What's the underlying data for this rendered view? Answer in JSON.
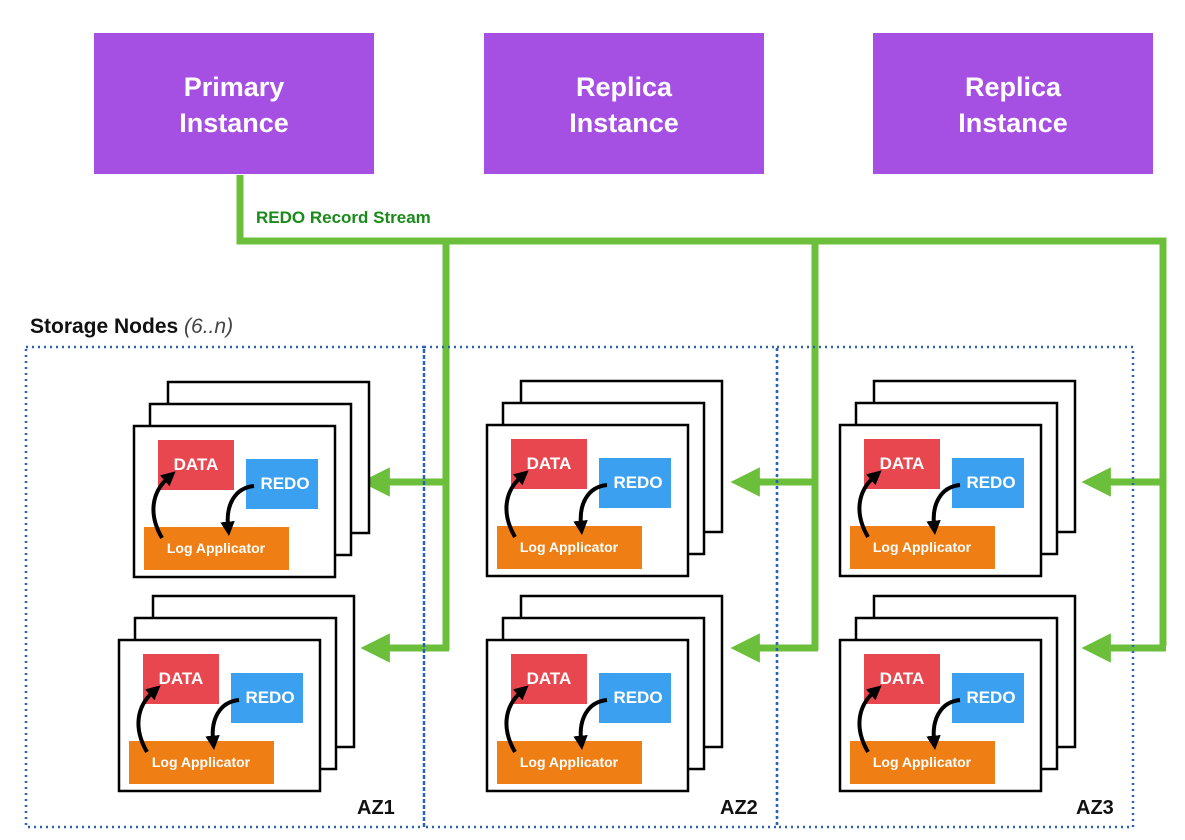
{
  "instances": [
    {
      "line1": "Primary",
      "line2": "Instance"
    },
    {
      "line1": "Replica",
      "line2": "Instance"
    },
    {
      "line1": "Replica",
      "line2": "Instance"
    }
  ],
  "stream_label": "REDO Record Stream",
  "storage": {
    "title": "Storage Nodes",
    "count": "(6..n)"
  },
  "zones": [
    {
      "label": "AZ1"
    },
    {
      "label": "AZ2"
    },
    {
      "label": "AZ3"
    }
  ],
  "node": {
    "data_label": "DATA",
    "redo_label": "REDO",
    "applicator_label": "Log Applicator"
  },
  "colors": {
    "instance": "#a64fe3",
    "stream": "#6bbf3a",
    "stream_text": "#1a8a1a",
    "zone_border": "#2a62b8",
    "data": "#e8474f",
    "redo": "#3ba0ef",
    "applicator": "#ef7f14"
  }
}
